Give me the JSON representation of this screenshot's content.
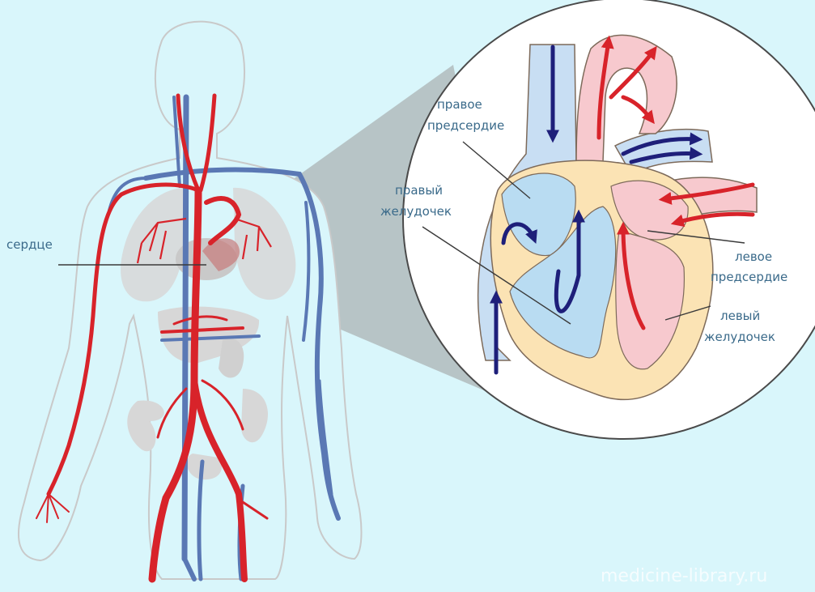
{
  "colors": {
    "background": "#d9f6fb",
    "artery": "#d8232a",
    "vein": "#5a78b4",
    "label_text": "#3a6a8a",
    "heart_wall": "#fbe3b4",
    "right_chambers": "#b9dcf2",
    "left_chambers": "#f7c9ce",
    "flow_arrow_blue": "#1e1f7a",
    "flow_arrow_red": "#d8232a"
  },
  "labels": {
    "heart": "сердце",
    "right_atrium_line1": "правое",
    "right_atrium_line2": "предсердие",
    "right_ventricle_line1": "правый",
    "right_ventricle_line2": "желудочек",
    "left_atrium_line1": "левое",
    "left_atrium_line2": "предсердие",
    "left_ventricle_line1": "левый",
    "left_ventricle_line2": "желудочек"
  },
  "watermark": "medicine-library.ru"
}
